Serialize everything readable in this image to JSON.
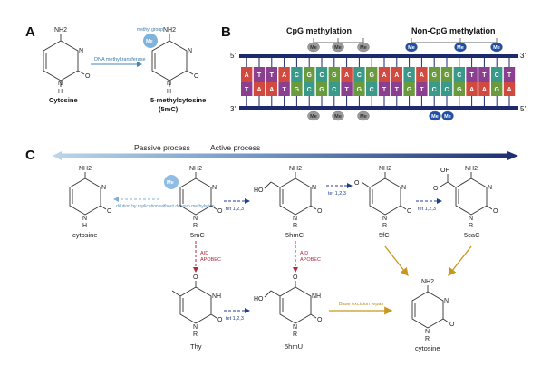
{
  "panels": {
    "a": "A",
    "b": "B",
    "c": "C"
  },
  "panel_a": {
    "left_name": "Cytosine",
    "right_name": "5-methylcytosine",
    "right_abbrev": "(5mC)",
    "arrow_label": "DNA methyltransferase",
    "methyl_label": "methyl group",
    "me": "Me",
    "atoms": {
      "nh2": "NH2",
      "n": "N",
      "h": "H",
      "o": "O"
    }
  },
  "panel_b": {
    "cpg_label": "CpG methylation",
    "noncpg_label": "Non-CpG methylation",
    "prime5": "5'",
    "prime3": "3'",
    "top_strand": [
      "A",
      "T",
      "T",
      "A",
      "C",
      "G",
      "C",
      "G",
      "A",
      "C",
      "G",
      "A",
      "A",
      "C",
      "A",
      "G",
      "G",
      "C",
      "T",
      "T",
      "C",
      "T"
    ],
    "bottom_strand": [
      "T",
      "A",
      "A",
      "T",
      "G",
      "C",
      "G",
      "C",
      "T",
      "G",
      "C",
      "T",
      "T",
      "G",
      "T",
      "C",
      "C",
      "G",
      "A",
      "A",
      "G",
      "A"
    ],
    "top_me": [
      "Me",
      "Me",
      "Me",
      "Me",
      "Me",
      "Me"
    ],
    "bottom_me": [
      "Me",
      "Me",
      "Me",
      "Me",
      "Me"
    ],
    "colors": {
      "A": "#d04a3f",
      "T": "#8b3f8f",
      "C": "#3a9a8a",
      "G": "#6a9a3e",
      "backbone": "#1e2a6e",
      "me_grey": "#9a9a9a",
      "me_blue": "#1f4fa8"
    }
  },
  "panel_c": {
    "passive": "Passive process",
    "active": "Active process",
    "dilution": "dilution by replication without denovo methylation",
    "tet_a": "tet 1,2,3",
    "tet_b": "tet 1,2,3",
    "tet_c": "tet 1,2,3",
    "tet_d": "tet 1,2,3",
    "aid1_a": "AID",
    "aid1_b": "APOBEC",
    "aid2_a": "AID",
    "aid2_b": "APOBEC",
    "ber": "Base excision repair",
    "me": "Me",
    "atoms": {
      "nh2": "NH2",
      "n": "N",
      "nh": "NH",
      "h": "H",
      "r": "R",
      "o": "O",
      "ho": "HO",
      "oh": "OH"
    },
    "names": {
      "cytosine_left": "cytosine",
      "m5c": "5mC",
      "hm5c": "5hmC",
      "f5c": "5fC",
      "ca5c": "5caC",
      "thy": "Thy",
      "hmu5": "5hmU",
      "cytosine_right": "cytosine"
    }
  }
}
